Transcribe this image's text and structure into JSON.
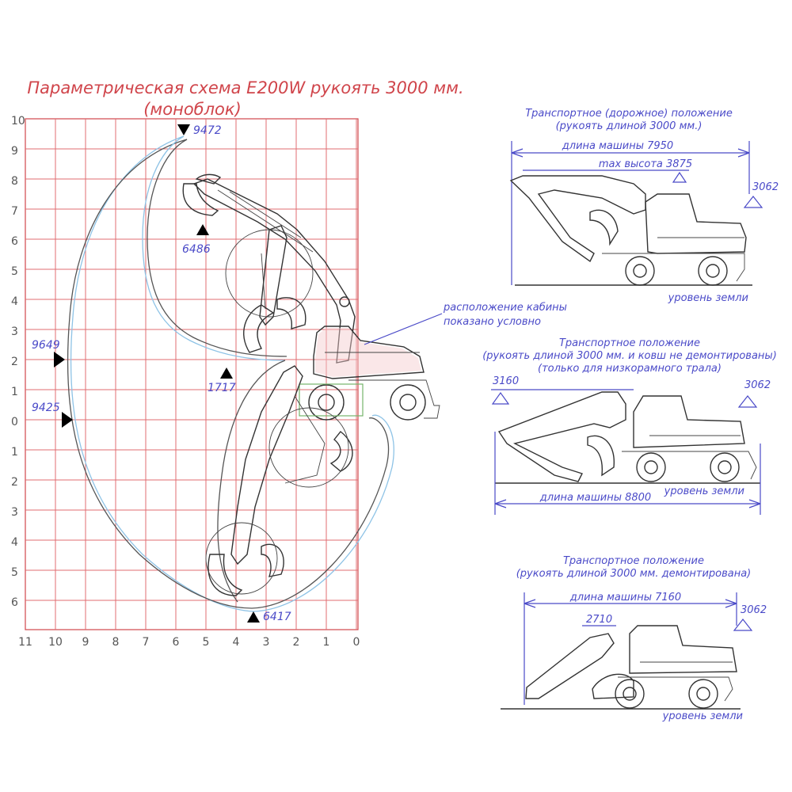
{
  "title": {
    "line1": "Параметрическая схема E200W рукоять 3000 мм.",
    "line2": "(моноблок)"
  },
  "grid": {
    "y_labels_up": [
      "10",
      "9",
      "8",
      "7",
      "6",
      "5",
      "4",
      "3",
      "2",
      "1",
      "0"
    ],
    "y_labels_down": [
      "1",
      "2",
      "3",
      "4",
      "5",
      "6"
    ],
    "x_labels": [
      "11",
      "10",
      "9",
      "8",
      "7",
      "6",
      "5",
      "4",
      "3",
      "2",
      "1",
      "0"
    ]
  },
  "markers": {
    "top_reach": "9472",
    "dump_height": "6486",
    "reach_ground": "9649",
    "reach_zero": "9425",
    "depth_low": "1717",
    "max_depth": "6417"
  },
  "cab_note": {
    "line1": "расположение кабины",
    "line2": "показано условно"
  },
  "view1": {
    "title1": "Транспортное (дорожное) положение",
    "title2": "(рукоять длиной 3000 мм.)",
    "length": "длина машины 7950",
    "max_height": "max высота 3875",
    "height": "3062",
    "ground": "уровень земли"
  },
  "view2": {
    "title1": "Транспортное положение",
    "title2": "(рукоять длиной 3000 мм. и ковш не демонтированы)",
    "title3": "(только для низкорамного трала)",
    "height_left": "3160",
    "height_right": "3062",
    "length": "длина машины 8800",
    "ground": "уровень земли"
  },
  "view3": {
    "title1": "Транспортное положение",
    "title2": "(рукоять длиной 3000 мм. демонтирована)",
    "length": "длина машины 7160",
    "height_left": "2710",
    "height_right": "3062",
    "ground": "уровень земли"
  },
  "colors": {
    "grid": "#e06c72",
    "title_red": "#d0454b",
    "annotation_blue": "#4a4ac8",
    "envelope_blue": "#8ec3e6"
  }
}
